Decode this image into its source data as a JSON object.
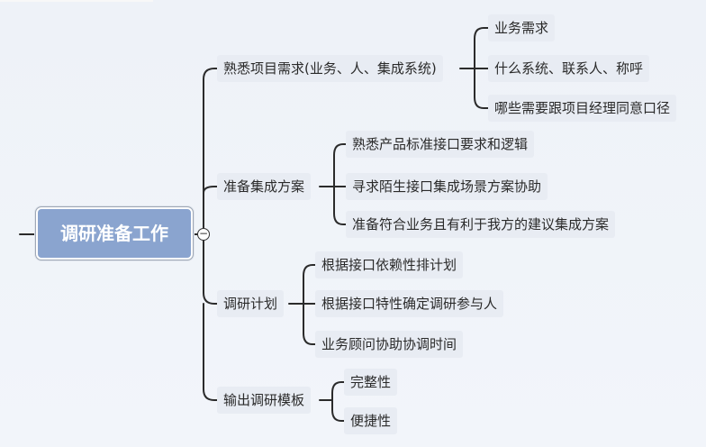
{
  "mindmap": {
    "root": "调研准备工作",
    "collapse_symbol": "−",
    "branches": [
      {
        "label": "熟悉项目需求(业务、人、集成系统)",
        "children": [
          "业务需求",
          "什么系统、联系人、称呼",
          "哪些需要跟项目经理同意口径"
        ]
      },
      {
        "label": "准备集成方案",
        "children": [
          "熟悉产品标准接口要求和逻辑",
          "寻求陌生接口集成场景方案协助",
          "准备符合业务且有利于我方的建议集成方案"
        ]
      },
      {
        "label": "调研计划",
        "children": [
          "根据接口依赖性排计划",
          "根据接口特性确定调研参与人",
          "业务顾问协助协调时间"
        ]
      },
      {
        "label": "输出调研模板",
        "children": [
          "完整性",
          "便捷性"
        ]
      }
    ]
  }
}
